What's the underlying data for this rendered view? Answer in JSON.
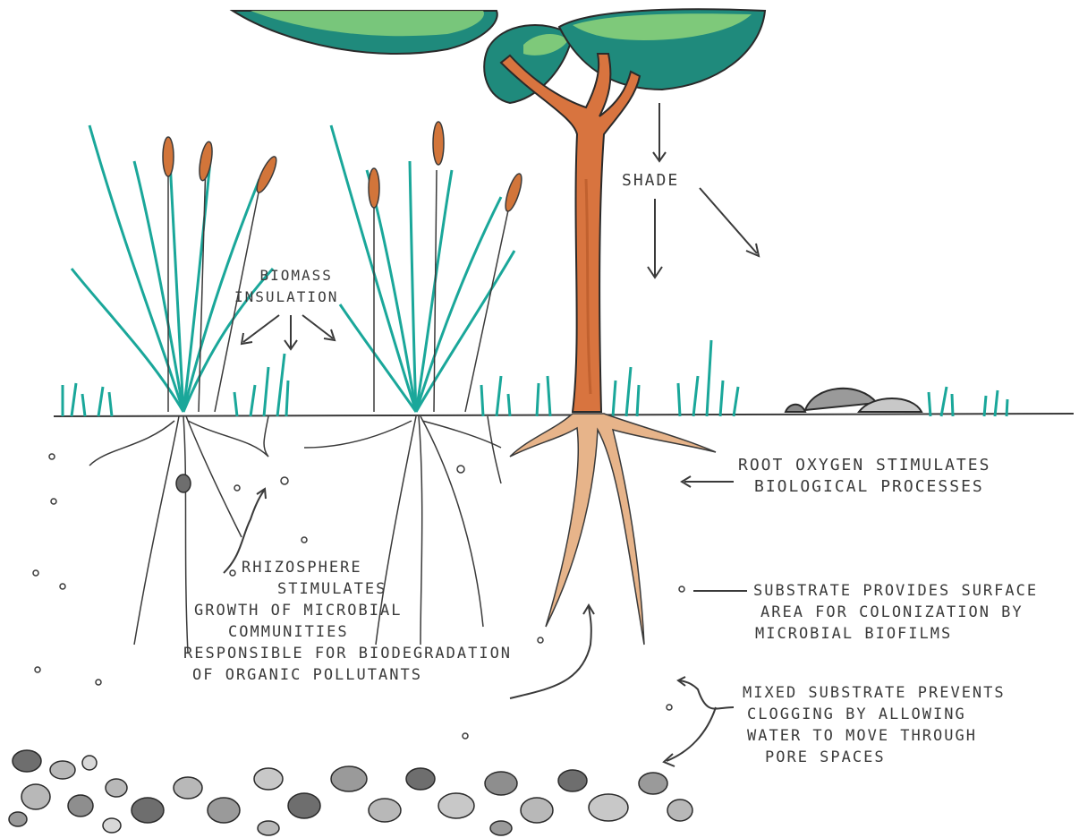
{
  "labels": {
    "shade": "SHADE",
    "biomass_insulation": [
      "BIOMASS",
      "INSULATION"
    ],
    "root_oxygen": [
      "ROOT OXYGEN STIMULATES",
      "BIOLOGICAL PROCESSES"
    ],
    "rhizosphere": [
      "RHIZOSPHERE",
      "STIMULATES",
      "GROWTH OF MICROBIAL",
      "COMMUNITIES",
      "RESPONSIBLE FOR BIODEGRADATION",
      "OF ORGANIC POLLUTANTS"
    ],
    "substrate_surface": [
      "SUBSTRATE PROVIDES SURFACE",
      "AREA FOR COLONIZATION BY",
      "MICROBIAL BIOFILMS"
    ],
    "mixed_substrate": [
      "MIXED SUBSTRATE PREVENTS",
      "CLOGGING BY ALLOWING",
      "WATER TO MOVE THROUGH",
      "PORE SPACES"
    ]
  },
  "colors": {
    "ink": "#3a3a3a",
    "grass": "#1aa79a",
    "grass_light": "#7fd3c8",
    "cattail": "#d2753a",
    "trunk": "#d8743f",
    "root": "#e7b48a",
    "canopy_dark": "#1f8a7c",
    "canopy_light": "#8fd47a",
    "stone": "#b8b8b8",
    "stone_dark": "#6e6e6e"
  }
}
